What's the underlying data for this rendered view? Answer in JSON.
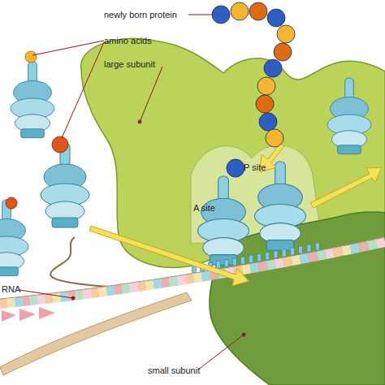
{
  "diagram": {
    "labels": [
      "newly born protein",
      "amino acids",
      "large subunit",
      "A site",
      "P site",
      "RNA",
      "small subunit"
    ]
  }
}
